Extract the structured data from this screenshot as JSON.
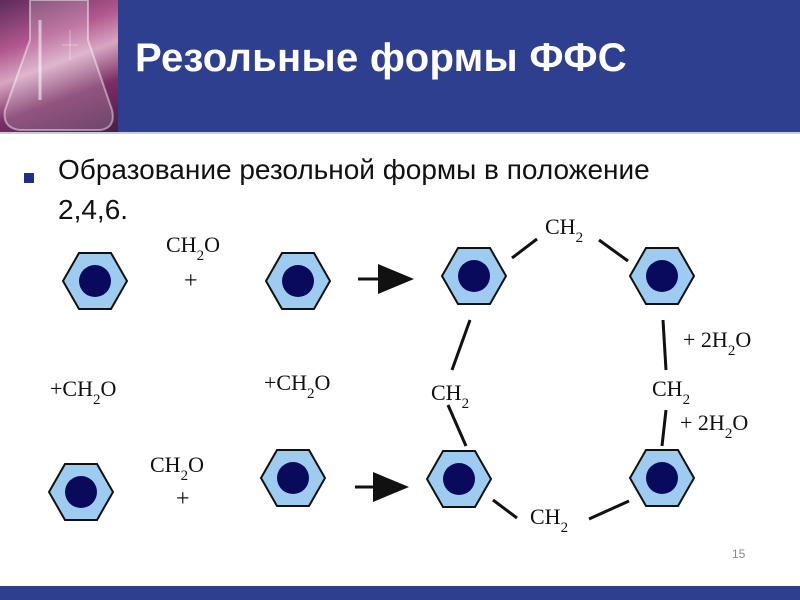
{
  "slide": {
    "title": "Резольные формы ФФС",
    "bullet": "Образование резольной формы в положение 2,4,6.",
    "page_number": "15"
  },
  "diagram": {
    "reagent": "CH2O",
    "plus": "+",
    "plus_reagent": "+CH2O",
    "bridge": "CH2",
    "water": "+ 2H2O"
  },
  "colors": {
    "header": "#2e3f8f",
    "ring_fill": "#9ecbf0",
    "ring_center": "#0a0a5c"
  }
}
